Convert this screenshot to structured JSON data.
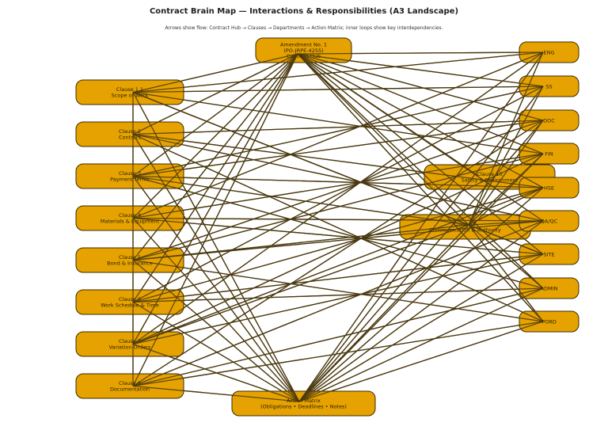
{
  "title": "Contract Brain Map — Interactions & Responsibilities (A3 Landscape)",
  "subtitle": "Arrows show flow: Contract Hub → Clauses → Departments → Action Matrix; inner loops show key interdependencies.",
  "colors": {
    "node_fill": "#e6a200",
    "node_stroke": "#3b2c00",
    "edge": "#4a3a10",
    "background": "#ffffff"
  },
  "nodes": [
    {
      "id": "hub",
      "lines": [
        "Amendment No. 1",
        "(PO-JRPE-4255)",
        "Contract Hub"
      ]
    },
    {
      "id": "c1",
      "lines": [
        "Clause 1.1",
        "Scope of Work"
      ]
    },
    {
      "id": "c2",
      "lines": [
        "Clause 2",
        "Contract"
      ]
    },
    {
      "id": "c3",
      "lines": [
        "Clause 3",
        "Payment Terms"
      ]
    },
    {
      "id": "c4",
      "lines": [
        "Clause 4",
        "Materials & Equipment"
      ]
    },
    {
      "id": "c5",
      "lines": [
        "Clause 5",
        "Bond & Insurance"
      ]
    },
    {
      "id": "c6",
      "lines": [
        "Clause 6",
        "Work Schedule & Time"
      ]
    },
    {
      "id": "c7",
      "lines": [
        "Clause 7",
        "Variation Orders"
      ]
    },
    {
      "id": "c8",
      "lines": [
        "Clause 8",
        "Documentation"
      ]
    },
    {
      "id": "safety",
      "lines": [
        "Clause 10",
        "Safety & Environment"
      ]
    },
    {
      "id": "comm",
      "lines": [
        "Clause 9",
        "Communication & Authority"
      ]
    },
    {
      "id": "matrix",
      "lines": [
        "Action Matrix",
        "(Obligations • Deadlines • Notes)"
      ]
    },
    {
      "id": "eng",
      "lines": [
        "ENG"
      ]
    },
    {
      "id": "ss",
      "lines": [
        "SS"
      ]
    },
    {
      "id": "doc",
      "lines": [
        "DOC"
      ]
    },
    {
      "id": "fin",
      "lines": [
        "FIN"
      ]
    },
    {
      "id": "hse",
      "lines": [
        "HSE"
      ]
    },
    {
      "id": "qaqc",
      "lines": [
        "QA/QC"
      ]
    },
    {
      "id": "site",
      "lines": [
        "SITE"
      ]
    },
    {
      "id": "admin",
      "lines": [
        "ADMIN"
      ]
    },
    {
      "id": "pord",
      "lines": [
        "PORD"
      ]
    }
  ]
}
